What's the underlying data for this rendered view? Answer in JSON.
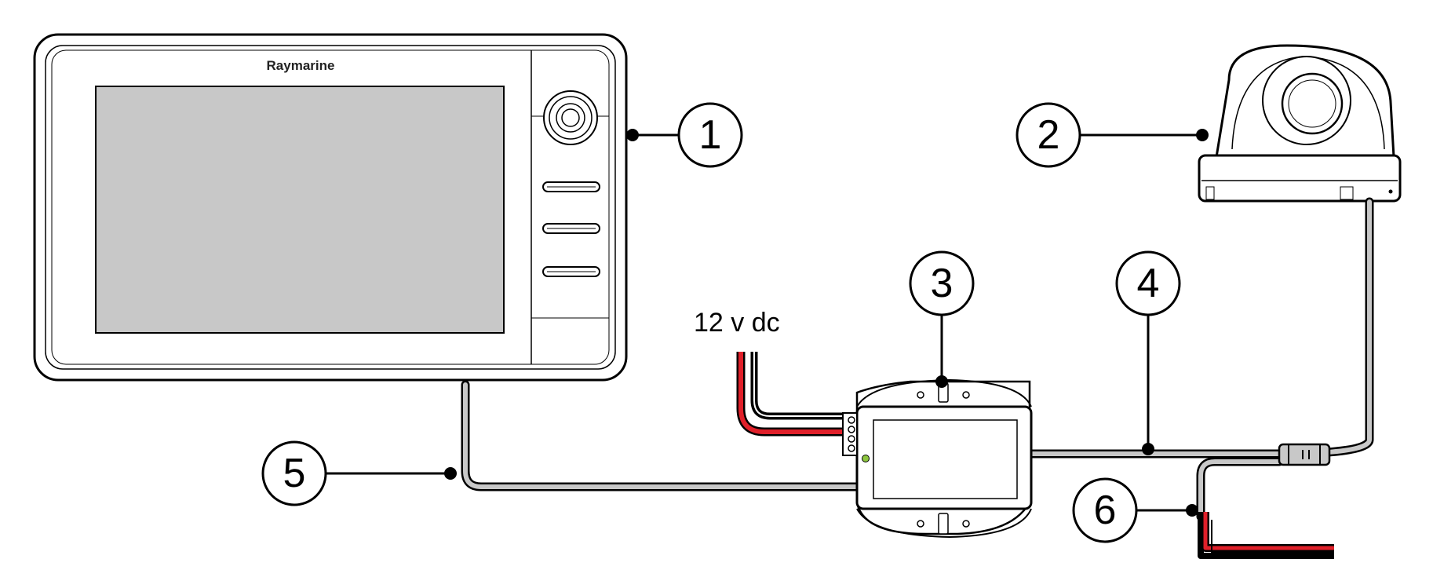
{
  "display": {
    "brand": "Raymarine"
  },
  "power_label": "12 v dc",
  "callouts": {
    "c1": "1",
    "c2": "2",
    "c3": "3",
    "c4": "4",
    "c5": "5",
    "c6": "6"
  },
  "colors": {
    "screen": "#c8c8c8",
    "cable": "#c8c8c8",
    "power_positive": "#e0202a",
    "power_negative": "#000000",
    "led": "#8dc63f"
  }
}
